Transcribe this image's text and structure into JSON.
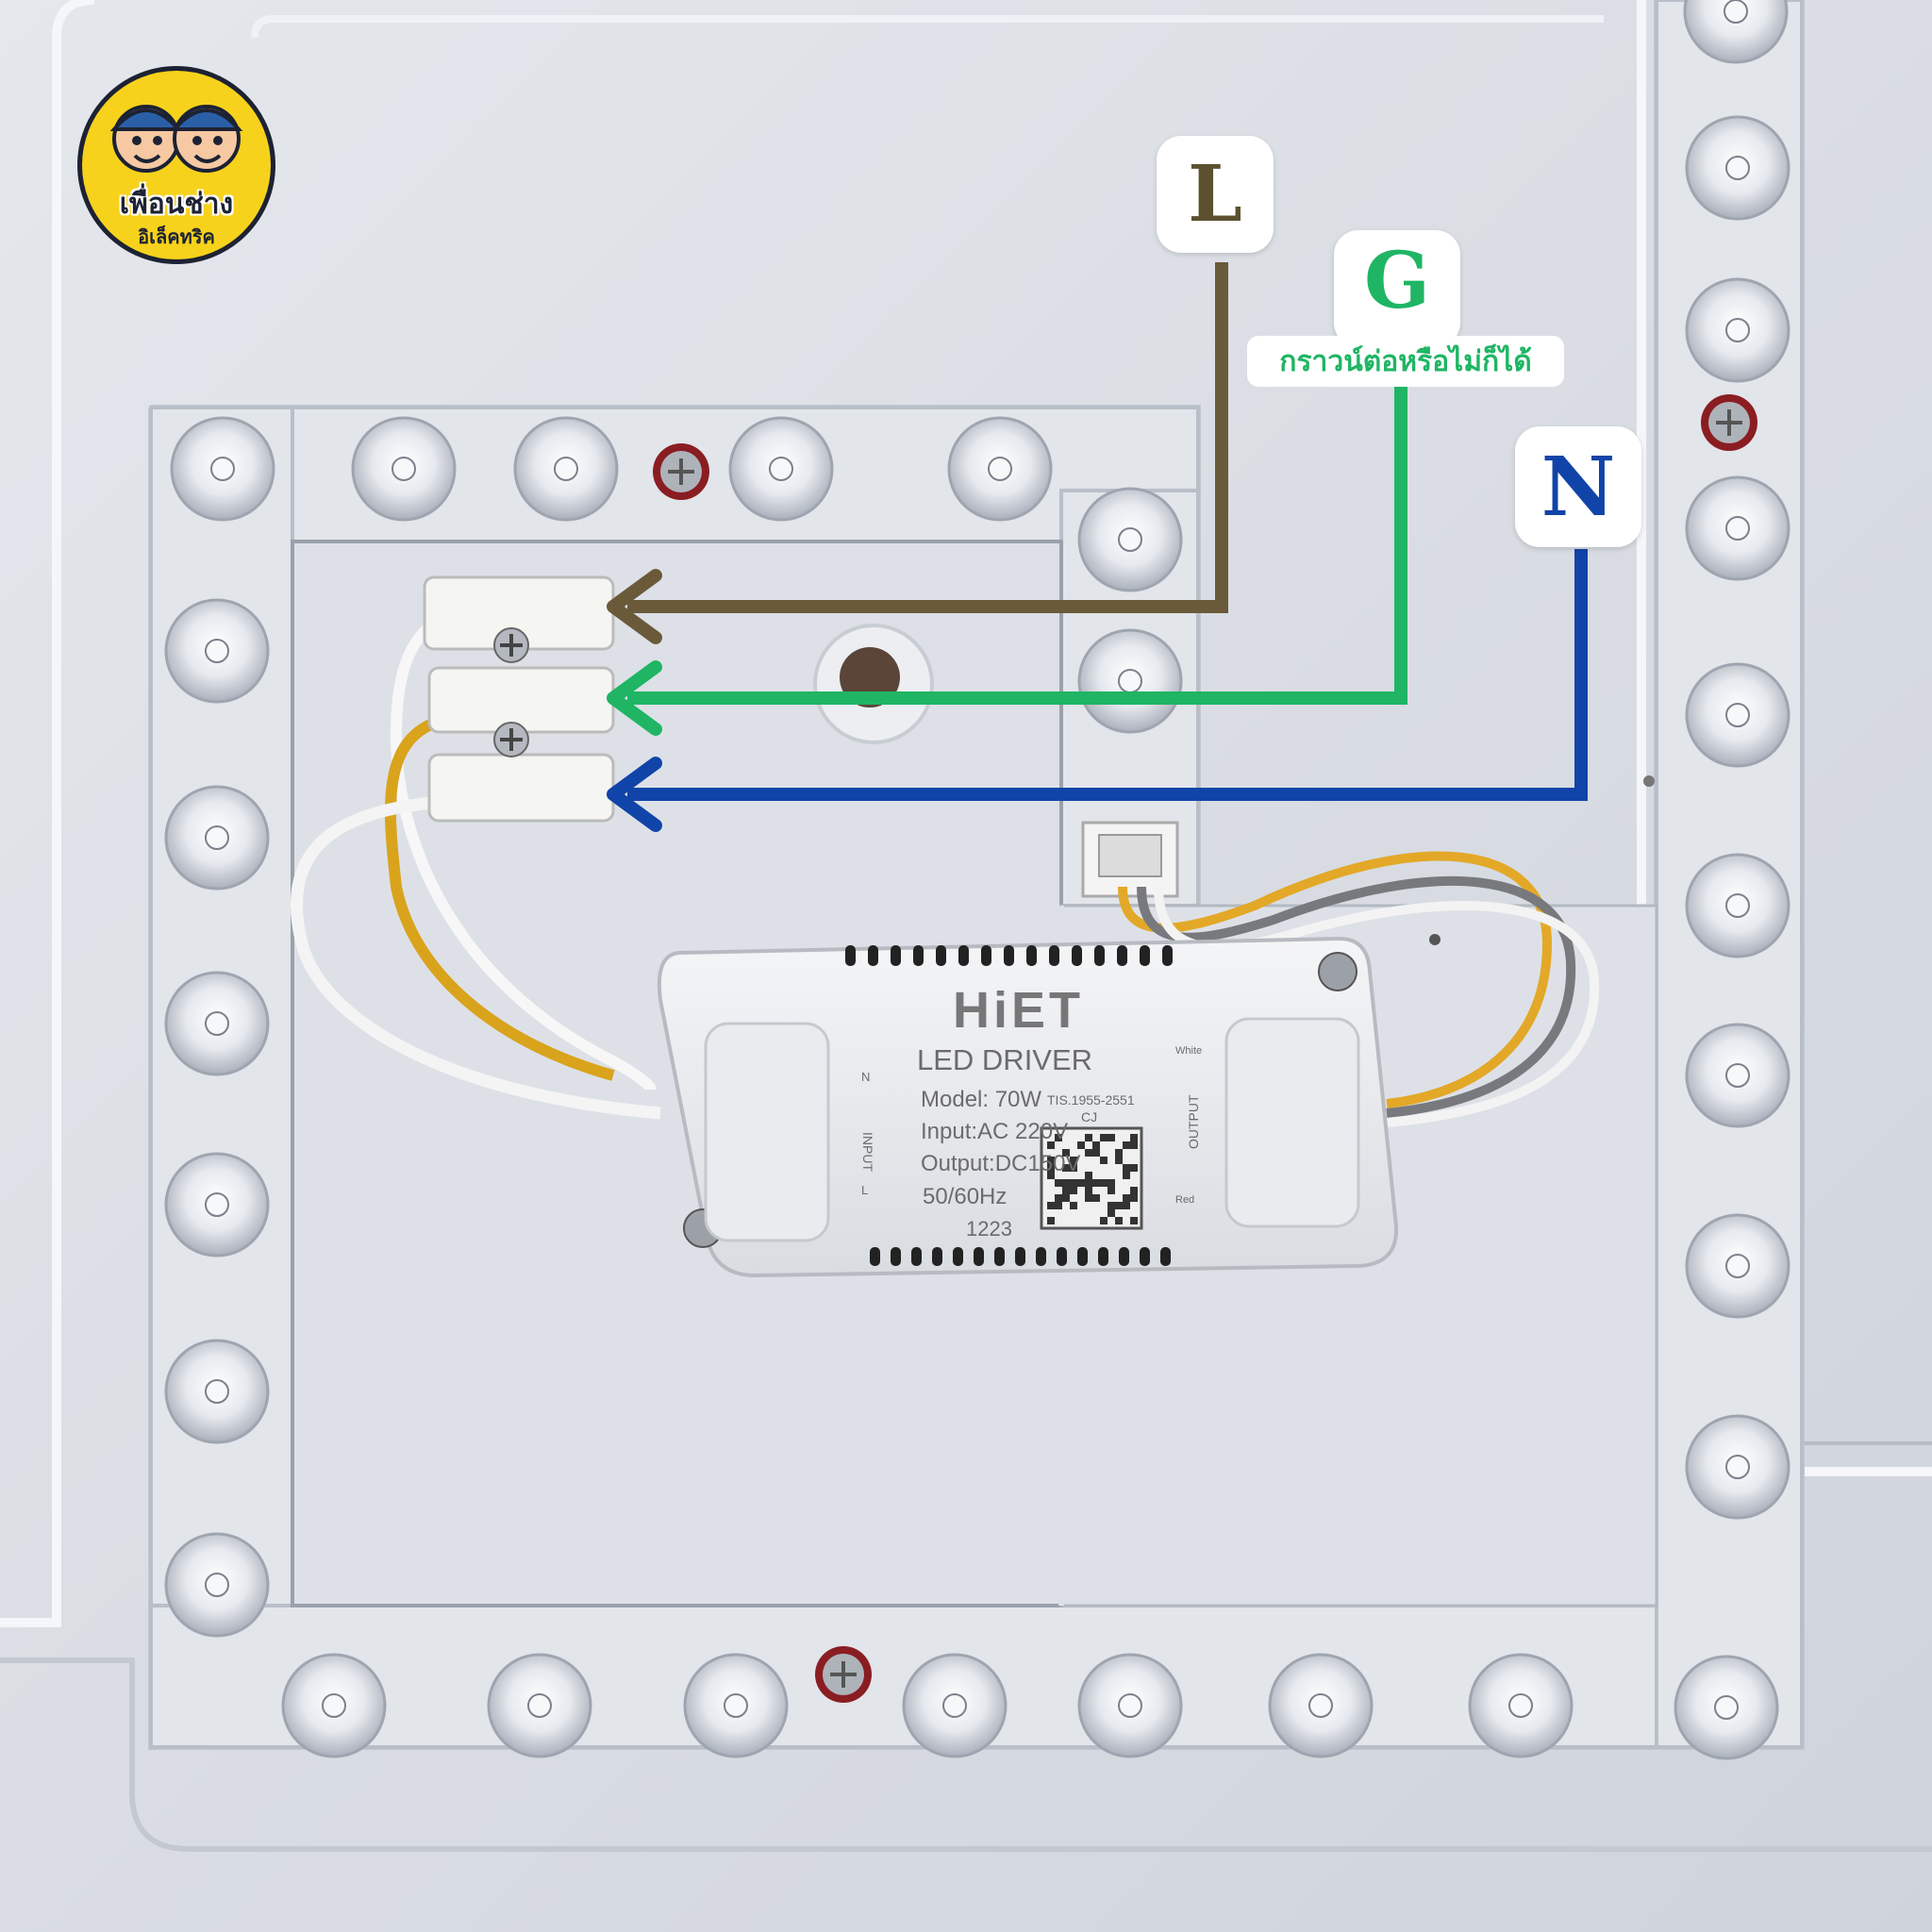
{
  "labels": {
    "live": "L",
    "ground": "G",
    "ground_note": "กราวน์ต่อหรือไม่ก็ได้",
    "neutral": "N"
  },
  "logo": {
    "title": "เพื่อนช่าง",
    "subtitle": "อิเล็คทริค"
  },
  "driver": {
    "brand": "HiET",
    "product": "LED DRIVER",
    "model": "Model: 70W",
    "input": "Input:AC 220V",
    "output": "Output:DC150V",
    "frequency": "50/60Hz",
    "batch": "1223",
    "standard": "TIS.1955-2551",
    "cert": "CJ",
    "input_side": "INPUT",
    "output_side": "OUTPUT",
    "n_terminal": "N",
    "l_terminal": "L",
    "white_wire": "White",
    "red_wire": "Red"
  },
  "colors": {
    "live_wire": "#6b5a3a",
    "ground_wire": "#1fb564",
    "neutral_wire": "#1144a8",
    "logo_bg": "#f7d21c"
  }
}
